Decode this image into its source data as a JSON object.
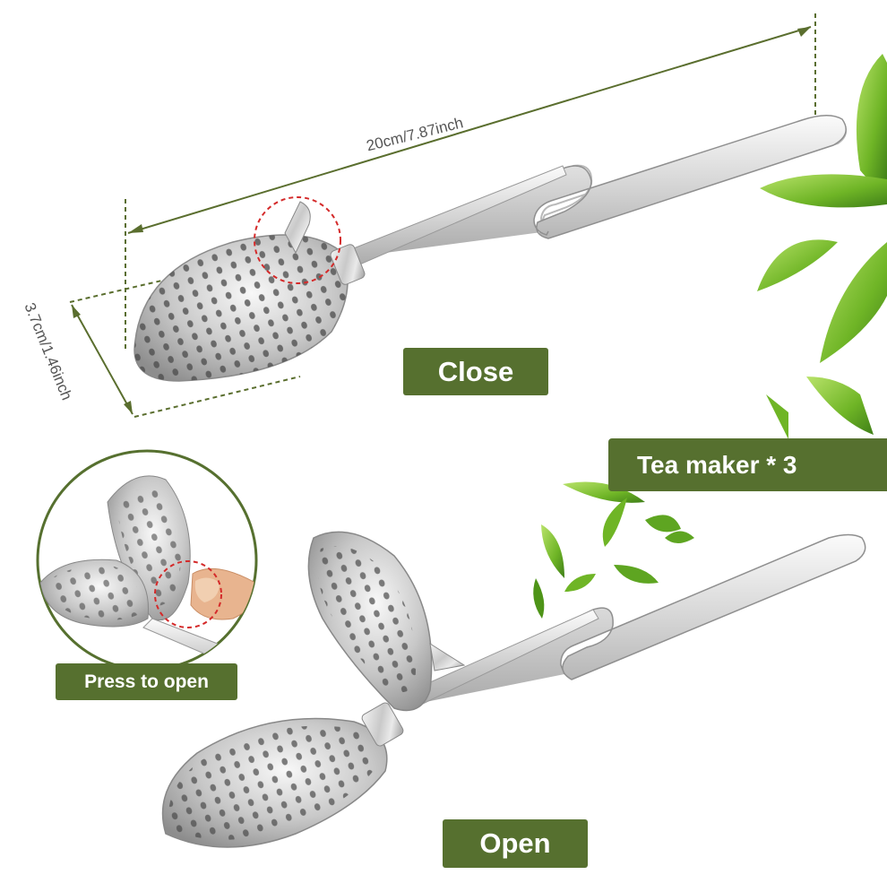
{
  "dimensions": {
    "length": "20cm/7.87inch",
    "diameter": "3.7cm/1.46inch"
  },
  "labels": {
    "close": "Close",
    "open": "Open",
    "count": "Tea maker * 3",
    "press": "Press to open"
  },
  "colors": {
    "label_bg": "#56702f",
    "dimension_line": "#5a6e2e",
    "highlight_circle": "#d42a2a",
    "leaf": "#7cbf2a"
  }
}
